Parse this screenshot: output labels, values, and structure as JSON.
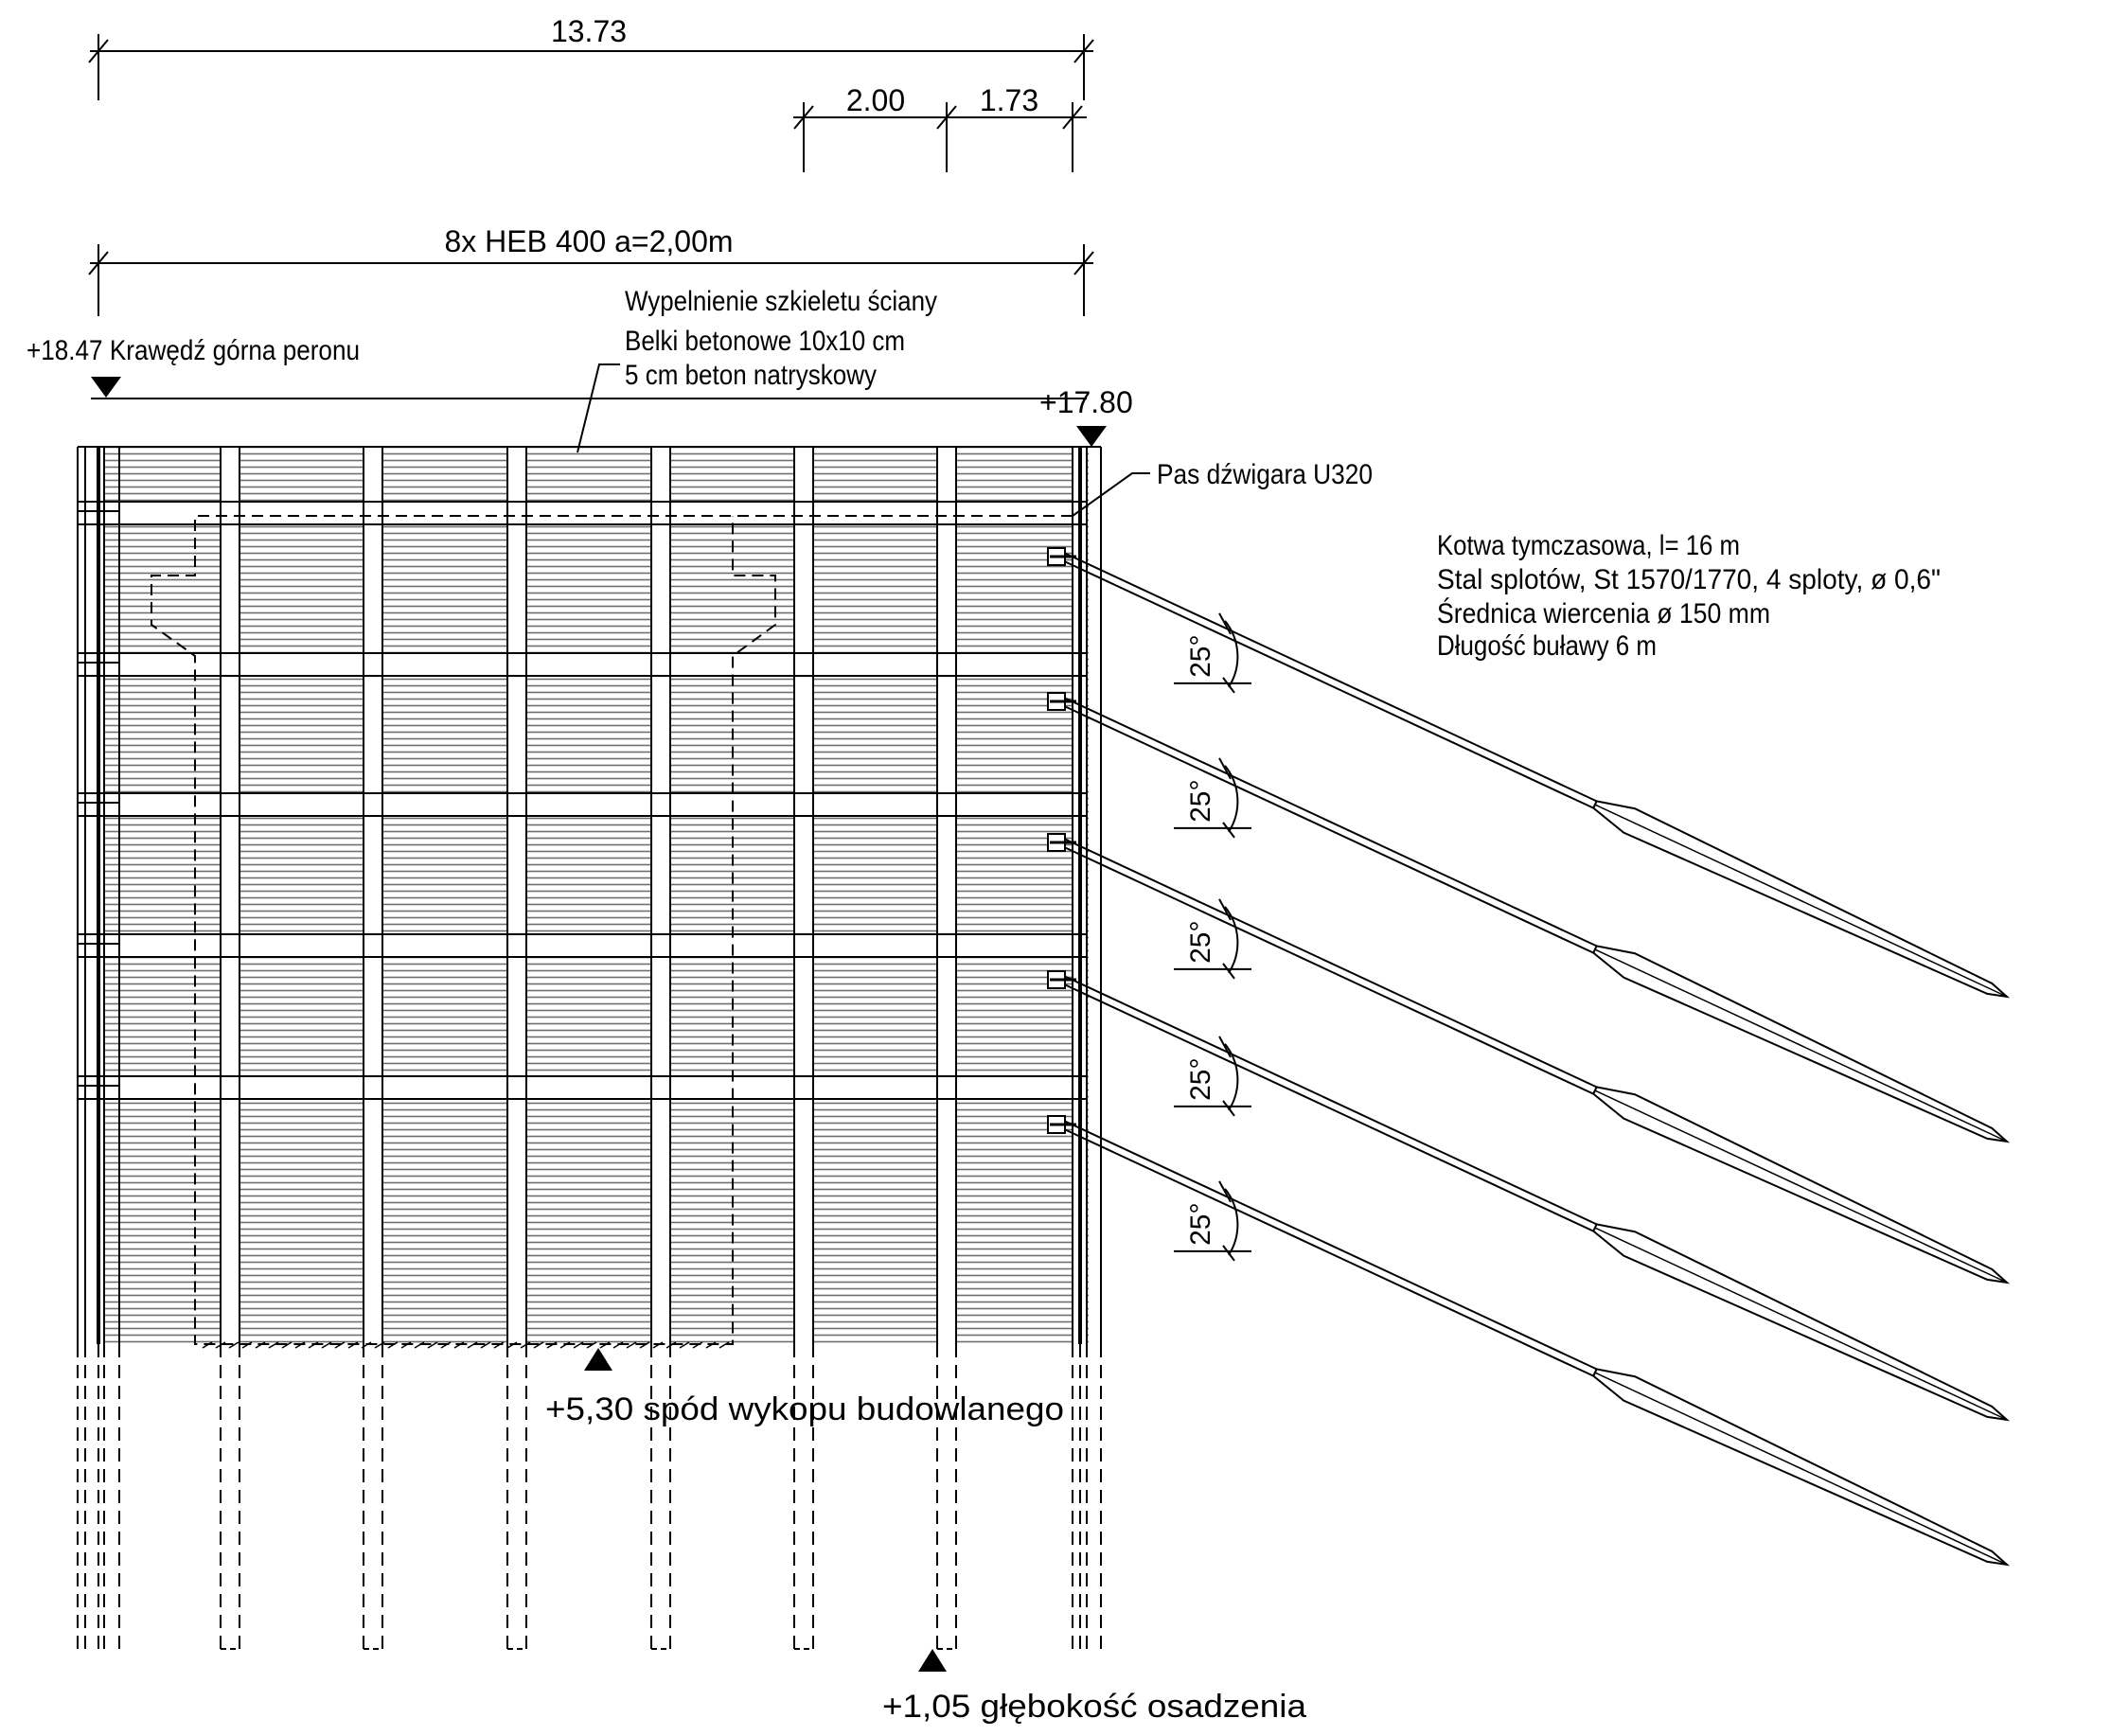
{
  "dimensions": {
    "overall": "13.73",
    "segment_a": "2.00",
    "segment_b": "1.73",
    "beams": "8x HEB 400 a=2,00m"
  },
  "labels": {
    "fill_line1": "Wypelnienie szkieletu ściany",
    "fill_line2": "Belki betonowe 10x10 cm",
    "fill_line3": "5 cm beton natryskowy",
    "platform_edge": "+18.47 Krawędź górna peronu",
    "top_level": "+17.80",
    "girder": "Pas dźwigara U320",
    "excavation_bottom": "+5,30 spód wykopu budowlanego",
    "embed_depth": "+1,05 głębokość osadzenia"
  },
  "anchor_note": {
    "line1": "Kotwa tymczasowa, l= 16 m",
    "line2": "Stal splotów, St 1570/1770, 4 sploty, ø 0,6\"",
    "line3": "Średnica wiercenia  ø 150 mm",
    "line4": "Długość buławy 6 m"
  },
  "anchors": [
    {
      "angle": "25°"
    },
    {
      "angle": "25°"
    },
    {
      "angle": "25°"
    },
    {
      "angle": "25°"
    },
    {
      "angle": "25°"
    }
  ],
  "colors": {
    "ink": "#000000",
    "hatch": "#6e6e6e",
    "background": "#ffffff"
  }
}
